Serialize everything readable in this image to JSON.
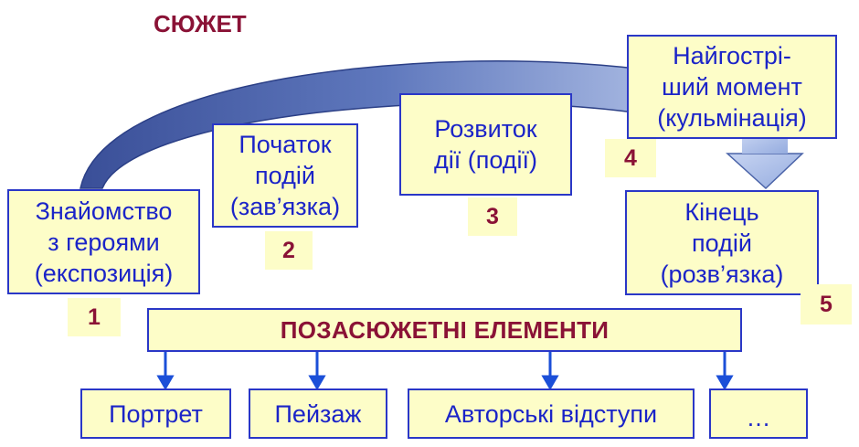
{
  "diagram": {
    "title": "СЮЖЕТ",
    "stages": [
      {
        "lines": [
          "Знайомство",
          "з героями",
          "(експозиція)"
        ],
        "number": "1"
      },
      {
        "lines": [
          "Початок",
          "подій",
          "(зав’язка)"
        ],
        "number": "2"
      },
      {
        "lines": [
          "Розвиток",
          "дії (події)"
        ],
        "number": "3"
      },
      {
        "lines": [
          "Найгострі-",
          "ший момент",
          "(кульмінація)"
        ],
        "number": "4"
      },
      {
        "lines": [
          "Кінець",
          "подій",
          "(розв’язка)"
        ],
        "number": "5"
      }
    ],
    "extra_plot": {
      "label": "ПОЗАСЮЖЕТНІ  ЕЛЕМЕНТИ",
      "items": [
        "Портрет",
        "Пейзаж",
        "Авторські відступи",
        "…"
      ]
    }
  },
  "colors": {
    "box_fill": "#fdfdc8",
    "box_border": "#2a37c7",
    "text_blue": "#1b24c8",
    "accent": "#8a1236",
    "arrow_dark": "#3a4f98",
    "arrow_light": "#b9c8ec"
  }
}
